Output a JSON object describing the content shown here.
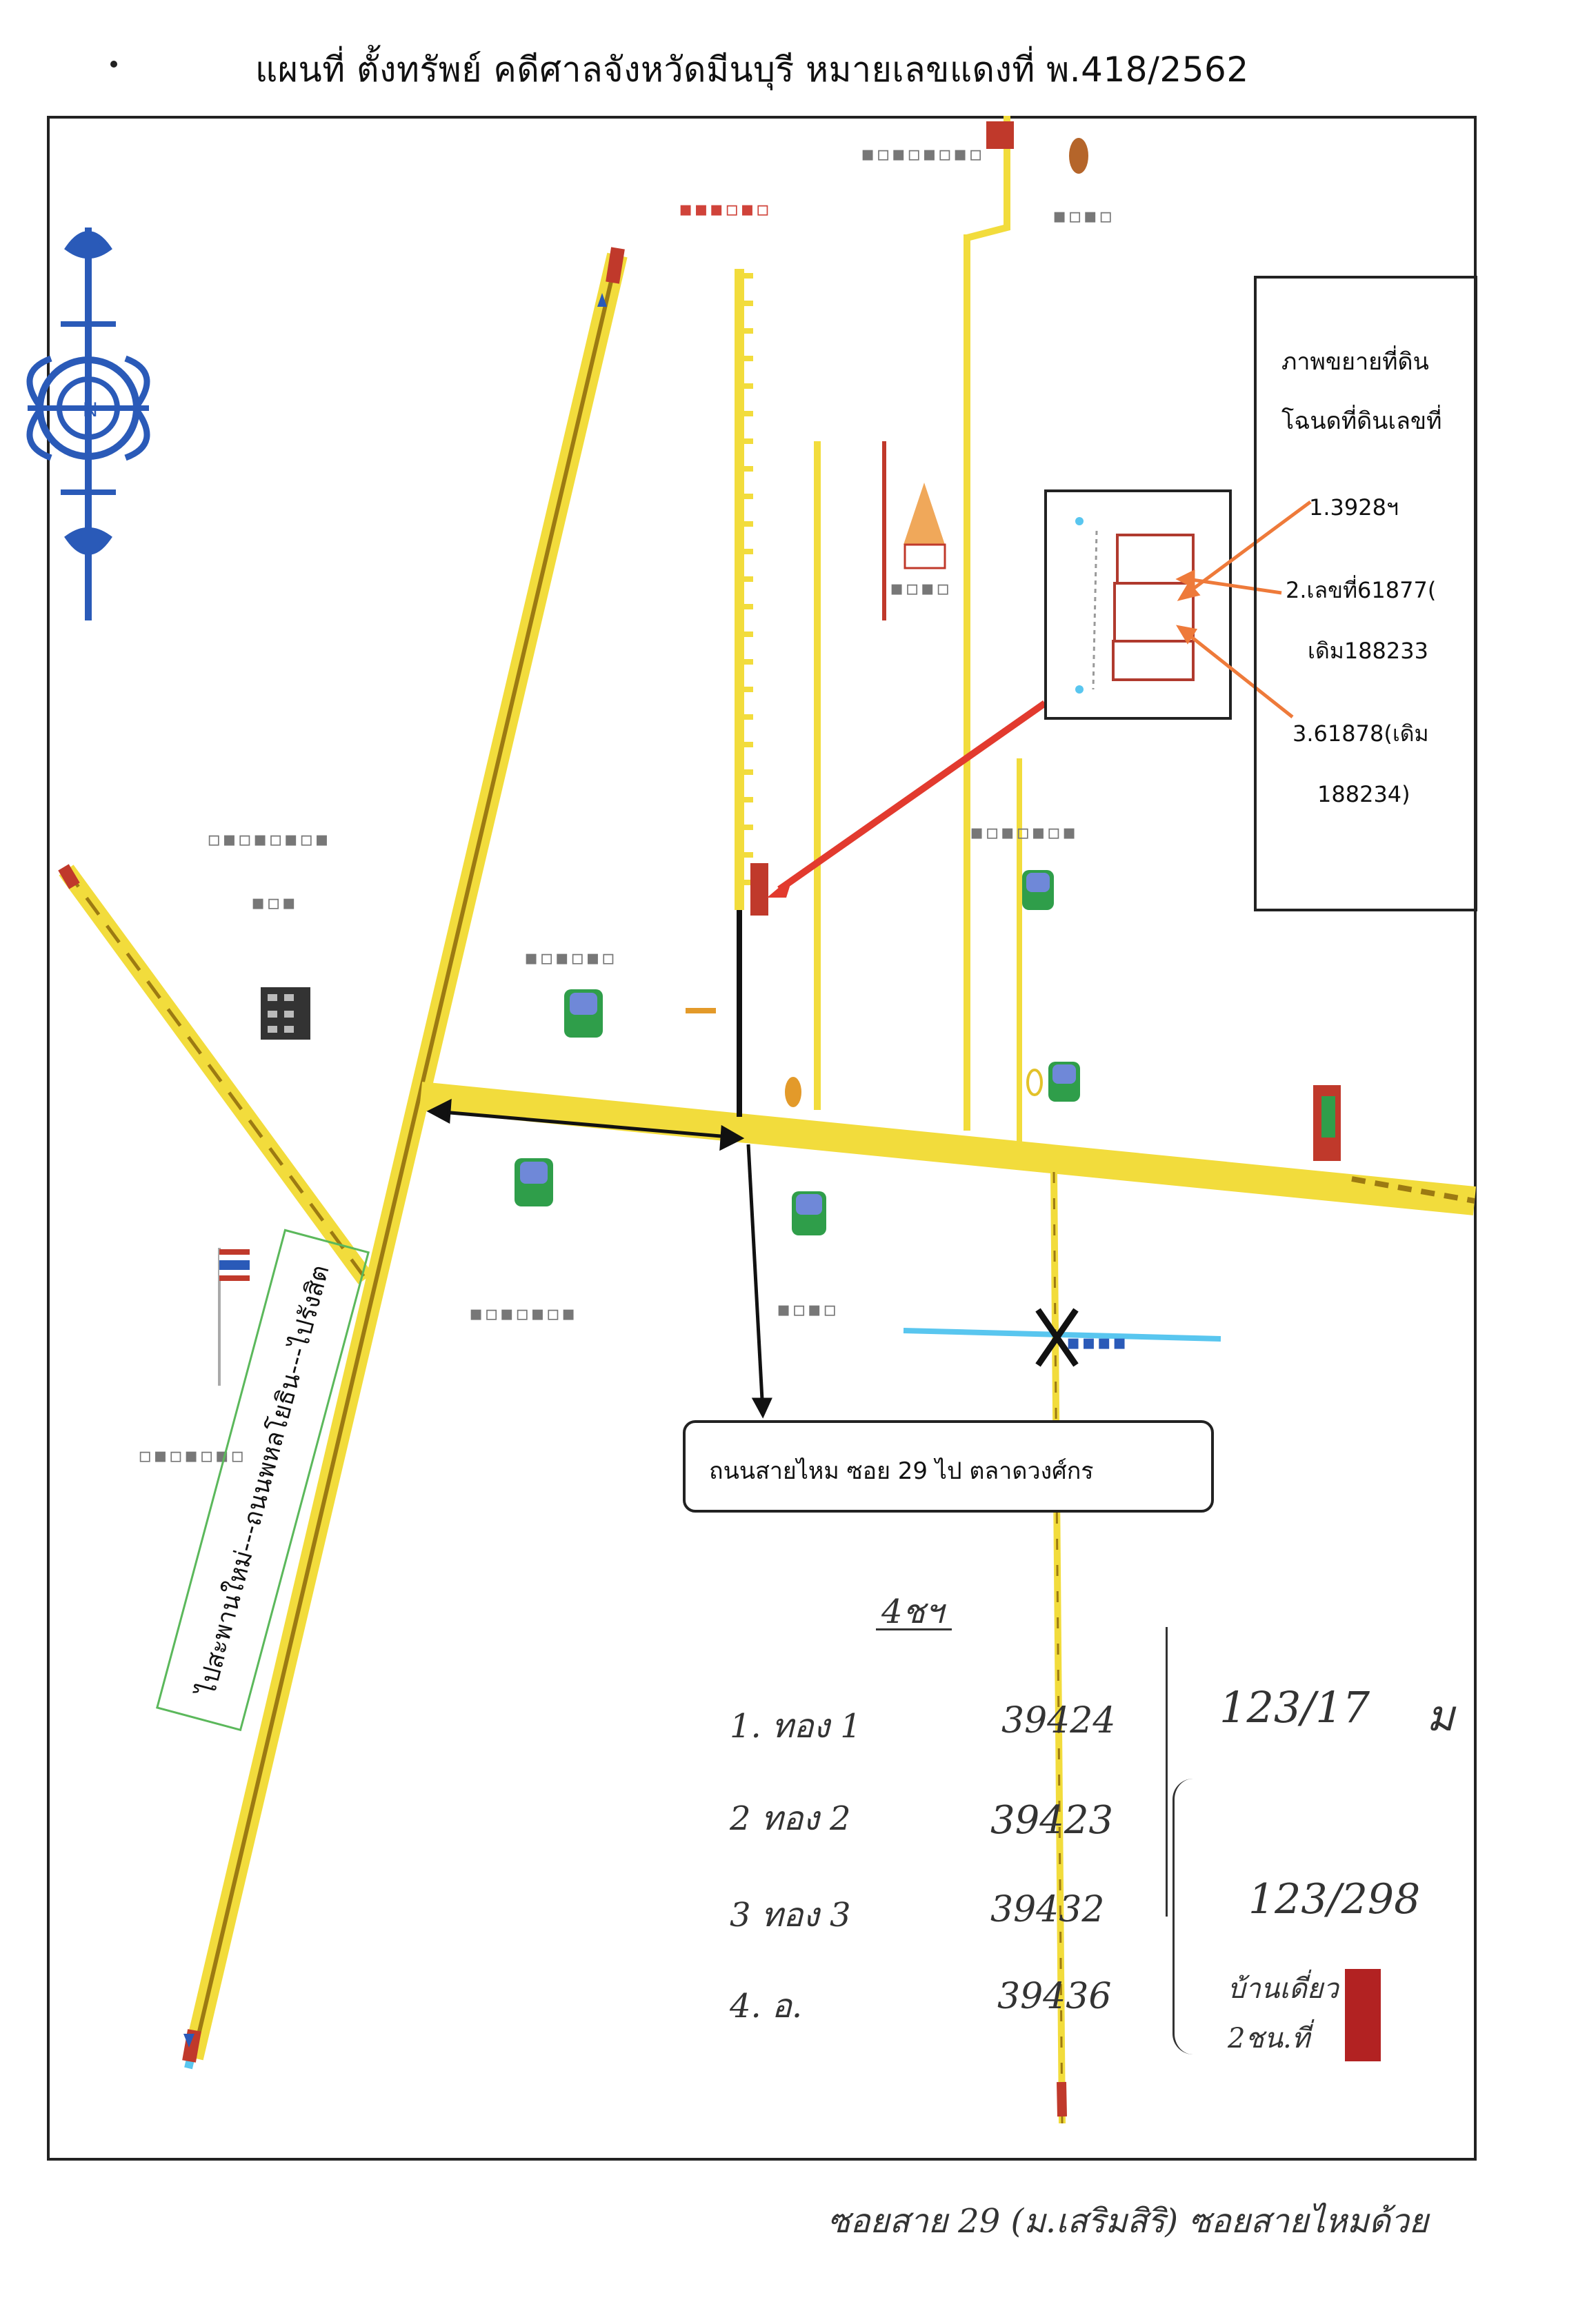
{
  "title": "แผนที่ ตั้งทรัพย์ คดีศาลจังหวัดมีนบุรี หมายเลขแดงที่ พ.418/2562",
  "legend": {
    "heading_line1": "ภาพขยายที่ดิน",
    "heading_line2": "โฉนดที่ดินเลขที่",
    "item1": "1.3928ฯ",
    "item2_line1": "2.เลขที่61877(",
    "item2_line2": "เดิม188233",
    "item3_line1": "3.61878(เดิม",
    "item3_line2": "188234)"
  },
  "road_callout": "ถนนสายไหม ซอย 29 ไป ตลาดวงศ์กร",
  "highway_label": "ไปสะพานใหม่---ถนนพหลโยธิน---ไปรังสิต",
  "handwritten": {
    "header": "4ชฯ",
    "row1_label": "1. ทอง 1",
    "row1_value": "39424",
    "row2_label": "2 ทอง 2",
    "row2_value": "39423",
    "row3_label": "3 ทอง 3",
    "row3_value": "39432",
    "row4_label": "4. อ.",
    "row4_value": "39436",
    "right_top": "123/17",
    "right_top_suffix": "ม",
    "right_mid": "123/298",
    "right_note_line1": "บ้านเดี่ยว",
    "right_note_line2": "2ชน.ที่",
    "footer": "ซอยสาย 29 (ม.เสริมสิริ) ซอยสายไหมด้วย"
  },
  "colors": {
    "road": "#f2dc3c",
    "road_dark": "#9c7a12",
    "canal": "#59c6ef",
    "arrow_red": "#e23a2e",
    "arrow_orange": "#ee7a3a",
    "compass": "#2a5ab8"
  }
}
